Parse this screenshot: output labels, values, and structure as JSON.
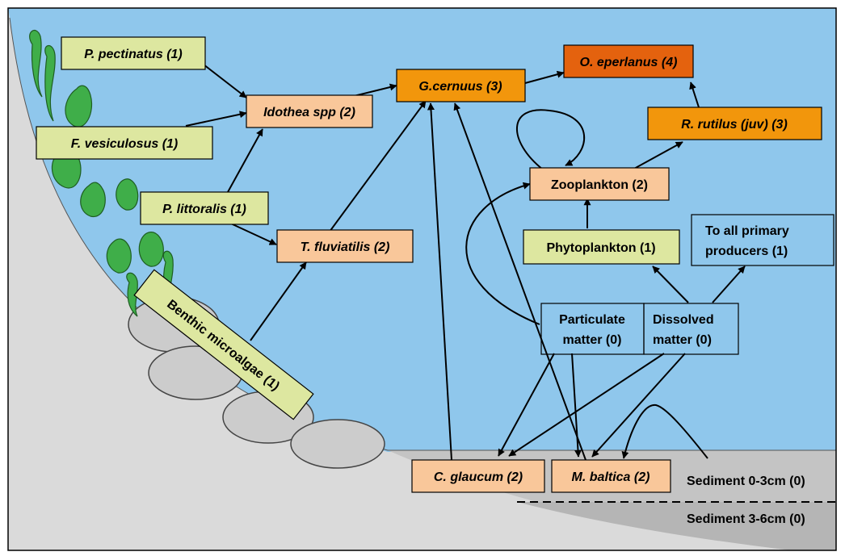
{
  "colors": {
    "water": "#8FC7EC",
    "shore": "#DADADA",
    "sediment_top": "#C4C4C4",
    "sediment_deep": "#B5B5B5",
    "rock": "#CCCCCC",
    "plant": "#3FAE49",
    "producer_box": "#DDE7A0",
    "level2_box": "#F9C79A",
    "level3_box": "#F2960C",
    "level4_box": "#E4620E"
  },
  "nodes": {
    "p_pectinatus": "P. pectinatus (1)",
    "f_vesiculosus": "F. vesiculosus (1)",
    "p_littoralis": "P. littoralis (1)",
    "benthic_microalgae": "Benthic microalgae (1)",
    "idothea": "Idothea spp (2)",
    "t_fluviatilis": "T. fluviatilis (2)",
    "g_cernuus": "G.cernuus (3)",
    "o_eperlanus": "O. eperlanus (4)",
    "r_rutilus": "R. rutilus (juv) (3)",
    "zooplankton": "Zooplankton (2)",
    "phytoplankton": "Phytoplankton (1)",
    "primary_producers_line1": "To all primary",
    "primary_producers_line2": "producers (1)",
    "particulate_line1": "Particulate",
    "particulate_line2": "matter (0)",
    "dissolved_line1": "Dissolved",
    "dissolved_line2": "matter (0)",
    "c_glaucum": "C. glaucum (2)",
    "m_baltica": "M. baltica (2)",
    "sediment_upper": "Sediment 0-3cm (0)",
    "sediment_lower": "Sediment 3-6cm (0)"
  }
}
